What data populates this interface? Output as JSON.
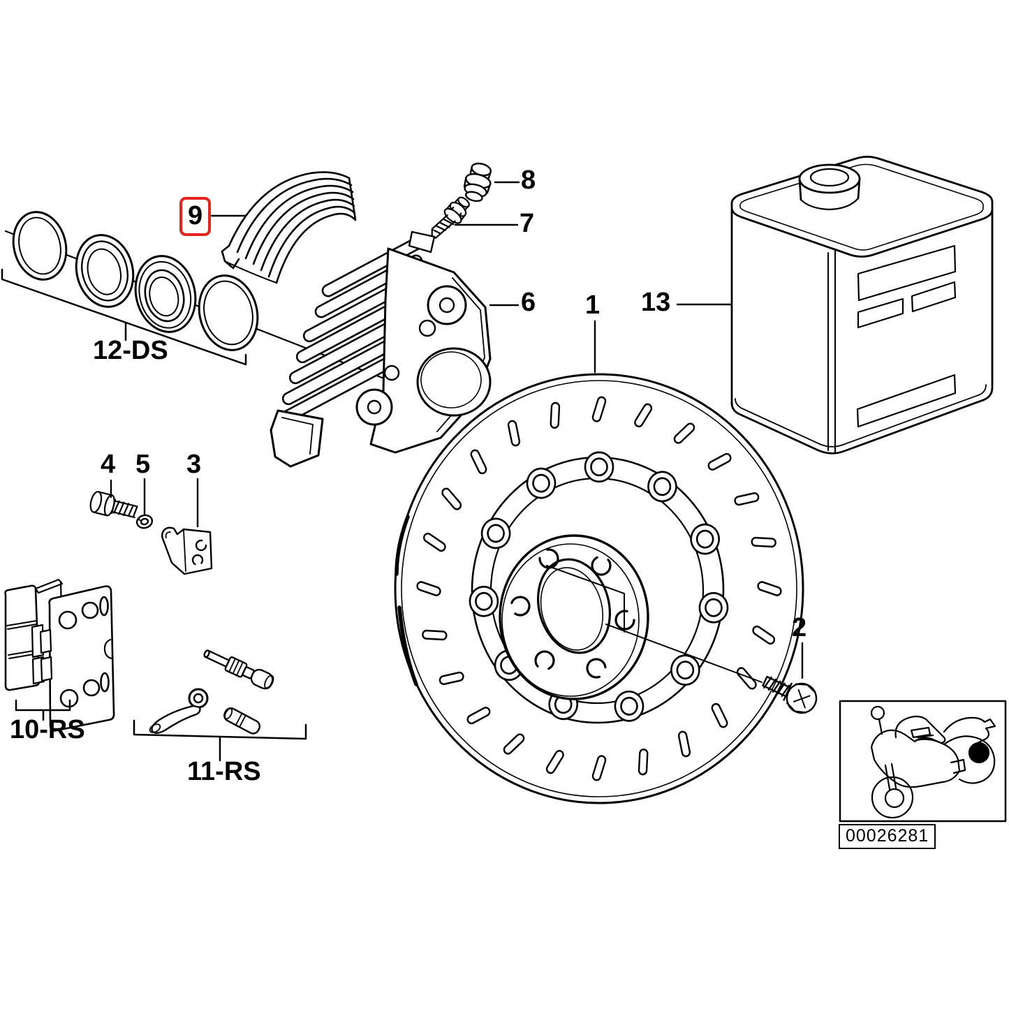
{
  "diagram": {
    "background_color": "#ffffff",
    "line_color": "#000000",
    "highlight_color": "#e5231f",
    "highlighted_callout": "9"
  },
  "callouts": {
    "part_1": "1",
    "part_2": "2",
    "part_3": "3",
    "part_4": "4",
    "part_5": "5",
    "part_6": "6",
    "part_7": "7",
    "part_8": "8",
    "part_9": "9",
    "part_13": "13",
    "group_10_rs": "10-RS",
    "group_11_rs": "11-RS",
    "group_12_ds": "12-DS"
  },
  "image_number": "00026281"
}
